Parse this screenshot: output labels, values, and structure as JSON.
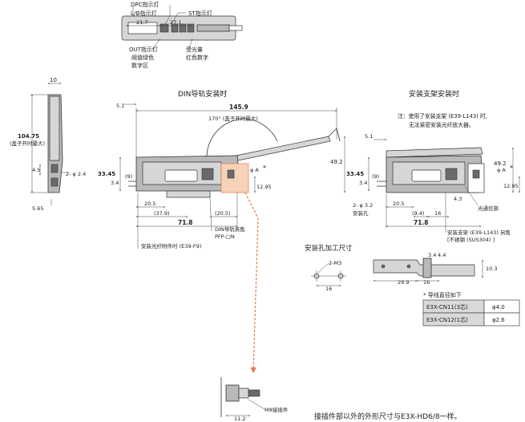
{
  "top_view": {
    "dpc_indicator": "DPC指示灯",
    "ld_indicator": "L/D指示灯",
    "st_indicator": "ST指示灯",
    "dim_21_7": "21.7",
    "dim_27_1": "27.1",
    "out_indicator": "OUT指示灯",
    "threshold_green_1": "阈值绿色",
    "threshold_green_2": "数字区",
    "received_light_1": "受光量",
    "received_light_2": "红色数字"
  },
  "side_view": {
    "dim_10": "10",
    "dim_104_75": "104.75",
    "cover_open_max": "(盖子开时最大)",
    "dim_4_5": "4.5",
    "hole_2_phi_2_4": "2- φ 2.4",
    "dim_5_65": "5.65"
  },
  "din_view": {
    "title": "DIN导轨安装时",
    "dim_5_1": "5.1",
    "dim_145_9": "145.9",
    "angle_note": "170° (盖子开时最大)",
    "dim_49_2": "49.2",
    "dim_33_45": "33.45",
    "dim_3_4": "3.4",
    "dim_9": "(9)",
    "phi_a": "φ A",
    "star": "*",
    "dim_12_95": "12.95",
    "dim_20_5": "20.5",
    "dim_37_9": "(37.9)",
    "dim_20_5b": "(20.5)",
    "dim_71_8": "71.8",
    "din_rail_1": "DIN导轨另售",
    "din_rail_2": "PFP-□N",
    "bracket_label": "安装光纤附件时 (E39-F9)"
  },
  "bracket_view": {
    "title": "安装支架安装时",
    "note_1": "注：使用了安装支架 (E39-L143) 时,",
    "note_2": "无法紧密安装光纤放大器。",
    "dim_5_1": "5.1",
    "dim_49_2": "49.2",
    "dim_33_45": "33.45",
    "dim_3_4": "3.4",
    "dim_9": "(9)",
    "phi_a": "φ A",
    "star": "*",
    "dim_12_95": "12.95",
    "dim_4_3": "4.3",
    "dim_20_5": "20.5",
    "dim_9_4": "(9.4)",
    "dim_16": "16",
    "dim_71_8": "71.8",
    "hole_1": "2- φ 3.2",
    "hole_2": "安装孔",
    "shield": "光通信部",
    "bracket_1": "安装支架 (E39-L143) 另售",
    "bracket_2": "[不锈钢 (SUS304) ]"
  },
  "hole_view": {
    "title": "安装孔加工尺寸",
    "m3": "2-M3",
    "dim_16": "16"
  },
  "bracket_part": {
    "dim_3_4": "3.4",
    "dim_4_4": "4.4",
    "dim_10_3": "10.3",
    "dim_29_9": "29.9",
    "dim_16": "16"
  },
  "wire_table": {
    "caption": "* 导线直径如下",
    "rows": [
      {
        "model": "E3X-CN11(3芯)",
        "value": "φ4.0"
      },
      {
        "model": "E3X-CN12(1芯)",
        "value": "φ2.6"
      }
    ]
  },
  "connector_view": {
    "m8": "M8接插件",
    "dim_11_2": "11.2"
  },
  "footer_note": "接插件部以外的外形尺寸与E3X-HD6/8一样。",
  "colors": {
    "accent": "#e8774a",
    "highlight": "#f6d2b8",
    "body": "#b9b9b9"
  }
}
